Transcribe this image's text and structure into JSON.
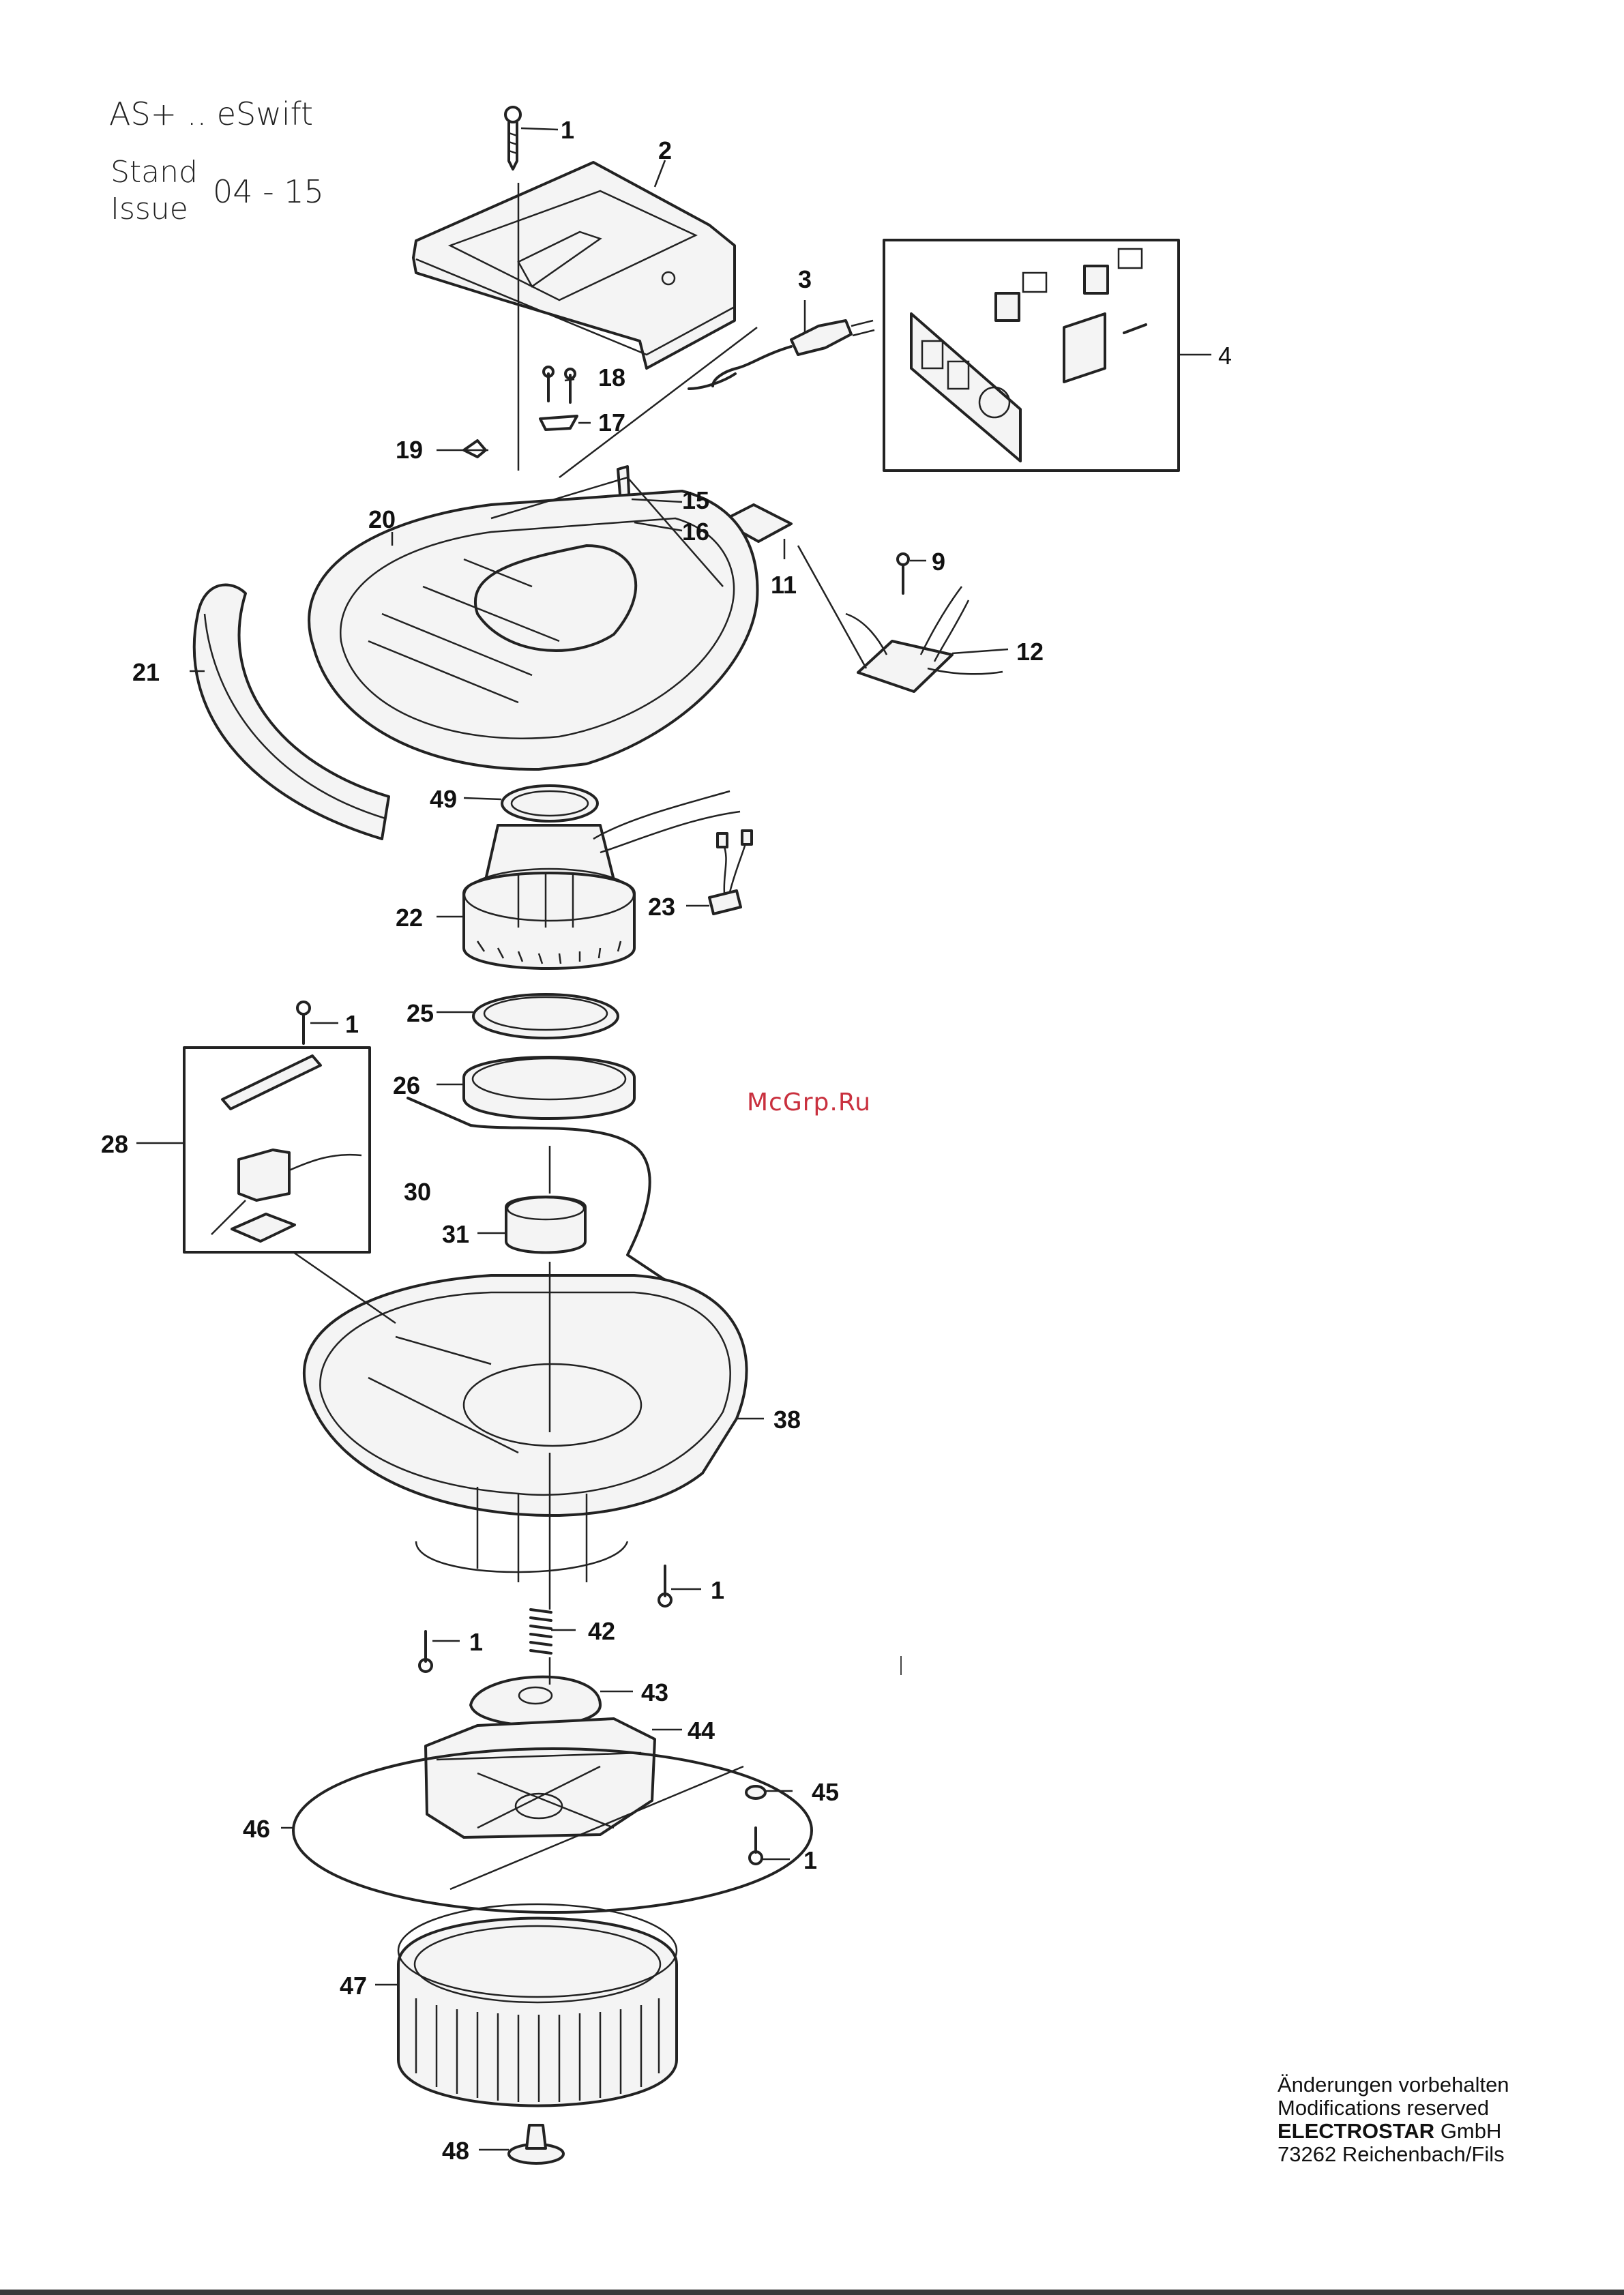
{
  "header": {
    "model": "AS+ .. eSwift",
    "stand_label": "Stand",
    "issue_label": "Issue",
    "issue_date": "04 - 15"
  },
  "watermark": "McGrp.Ru",
  "callouts": [
    {
      "id": "c1a",
      "label": "1"
    },
    {
      "id": "c2",
      "label": "2"
    },
    {
      "id": "c3",
      "label": "3"
    },
    {
      "id": "c4",
      "label": "4"
    },
    {
      "id": "c18",
      "label": "18"
    },
    {
      "id": "c17",
      "label": "17"
    },
    {
      "id": "c19",
      "label": "19"
    },
    {
      "id": "c15",
      "label": "15"
    },
    {
      "id": "c16",
      "label": "16"
    },
    {
      "id": "c20",
      "label": "20"
    },
    {
      "id": "c11",
      "label": "11"
    },
    {
      "id": "c9",
      "label": "9"
    },
    {
      "id": "c12",
      "label": "12"
    },
    {
      "id": "c21",
      "label": "21"
    },
    {
      "id": "c49",
      "label": "49"
    },
    {
      "id": "c22",
      "label": "22"
    },
    {
      "id": "c23",
      "label": "23"
    },
    {
      "id": "c1b",
      "label": "1"
    },
    {
      "id": "c25",
      "label": "25"
    },
    {
      "id": "c26",
      "label": "26"
    },
    {
      "id": "c28",
      "label": "28"
    },
    {
      "id": "c30",
      "label": "30"
    },
    {
      "id": "c31",
      "label": "31"
    },
    {
      "id": "c38",
      "label": "38"
    },
    {
      "id": "c1c",
      "label": "1"
    },
    {
      "id": "c1d",
      "label": "1"
    },
    {
      "id": "c42",
      "label": "42"
    },
    {
      "id": "c43",
      "label": "43"
    },
    {
      "id": "c44",
      "label": "44"
    },
    {
      "id": "c45",
      "label": "45"
    },
    {
      "id": "c46",
      "label": "46"
    },
    {
      "id": "c1e",
      "label": "1"
    },
    {
      "id": "c47",
      "label": "47"
    },
    {
      "id": "c48",
      "label": "48"
    }
  ],
  "footer": {
    "line1": "Änderungen vorbehalten",
    "line2": "Modifications reserved",
    "company_bold": "ELECTROSTAR",
    "company_rest": " GmbH",
    "address": "73262 Reichenbach/Fils"
  }
}
